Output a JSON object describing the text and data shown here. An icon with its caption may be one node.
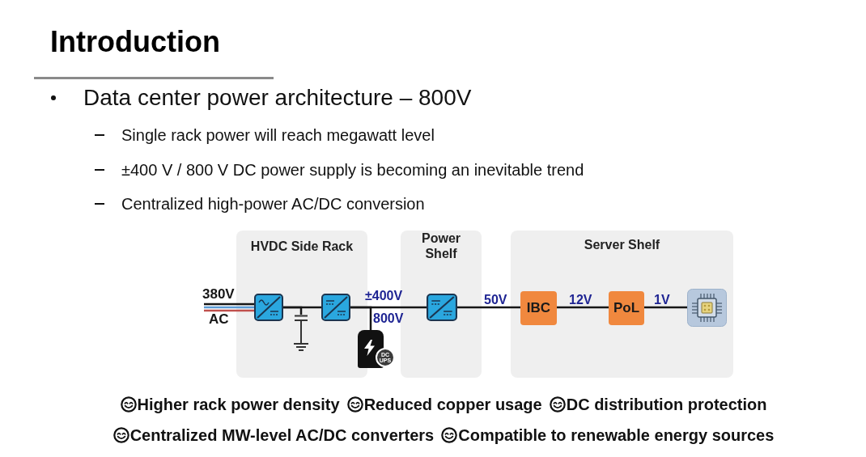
{
  "diagram": {
    "title": "Introduction",
    "nodes": [
      {
        "text": [
          "HVDC Side Rack"
        ]
      },
      {
        "text": [],
        "shape": "picture",
        "in": 0
      },
      {
        "text": [],
        "shape": "picture",
        "in": 0
      },
      {
        "text": [],
        "shape": "picture",
        "in": 0
      },
      {
        "text": [
          "DC UPS"
        ]
      },
      {
        "text": [
          "Power Shelf"
        ]
      },
      {
        "text": [],
        "shape": "picture",
        "in": 5
      },
      {
        "text": [
          "Server Shelf"
        ]
      },
      {
        "text": [
          "IBC"
        ],
        "in": 7
      },
      {
        "text": [
          "PoL"
        ],
        "in": 7
      },
      {
        "text": [],
        "shape": "picture",
        "in": 7
      }
    ],
    "edges": [
      {
        "from": null,
        "to": 1,
        "arrow": "none",
        "label": "380V"
      },
      {
        "from": null,
        "to": 1,
        "arrow": "none",
        "color": "#5b9bd5"
      },
      {
        "from": null,
        "to": 1,
        "arrow": "none",
        "color": "#c0504d",
        "label": "AC"
      },
      {
        "from": 1,
        "to": 3,
        "arrow": "none"
      },
      {
        "from": 1,
        "to": 2,
        "arrow": "none"
      },
      {
        "from": 3,
        "to": 6,
        "arrow": "none",
        "label": "±400V"
      },
      {
        "from": 3,
        "to": 4,
        "arrow": "none"
      },
      {
        "from": 6,
        "to": 8,
        "arrow": "none",
        "label": "50V"
      },
      {
        "from": 8,
        "to": 9,
        "arrow": "none",
        "label": "12V"
      },
      {
        "from": 9,
        "to": 10,
        "arrow": "none",
        "label": "1V"
      }
    ],
    "labels": [
      "Data center power architecture – 800V",
      "Single rack power will reach megawatt level",
      "±400 V / 800 V DC power supply is becoming an inevitable trend",
      "Centralized high-power AC/DC conversion",
      "800V",
      "Higher rack power density",
      "Reduced copper usage",
      "DC distribution protection",
      "Centralized MW-level AC/DC converters",
      "Compatible to renewable energy sources"
    ]
  }
}
